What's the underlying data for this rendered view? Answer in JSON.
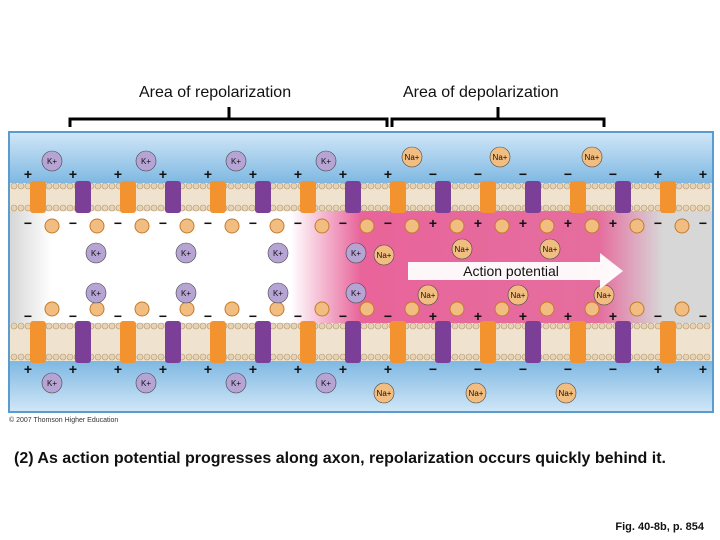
{
  "labels": {
    "repolarization": "Area of repolarization",
    "depolarization": "Area of depolarization"
  },
  "diagram": {
    "action_potential_label": "Action potential",
    "ion_k": "K",
    "ion_na": "Na",
    "ion_charge": "+",
    "plus": "+",
    "minus": "−",
    "colors": {
      "extracellular": "#8fc3e8",
      "axon_interior": "#d7d7d7",
      "depolarized_zone": "#e8649a",
      "channel_orange": "#f29330",
      "channel_purple": "#7b3f98",
      "k_ion": "#b5a4d4",
      "na_ion": "#f2bd80"
    }
  },
  "copyright": "© 2007 Thomson Higher Education",
  "caption": "(2) As action potential progresses along axon, repolarization occurs quickly behind it.",
  "figure_ref": "Fig. 40-8b, p. 854"
}
